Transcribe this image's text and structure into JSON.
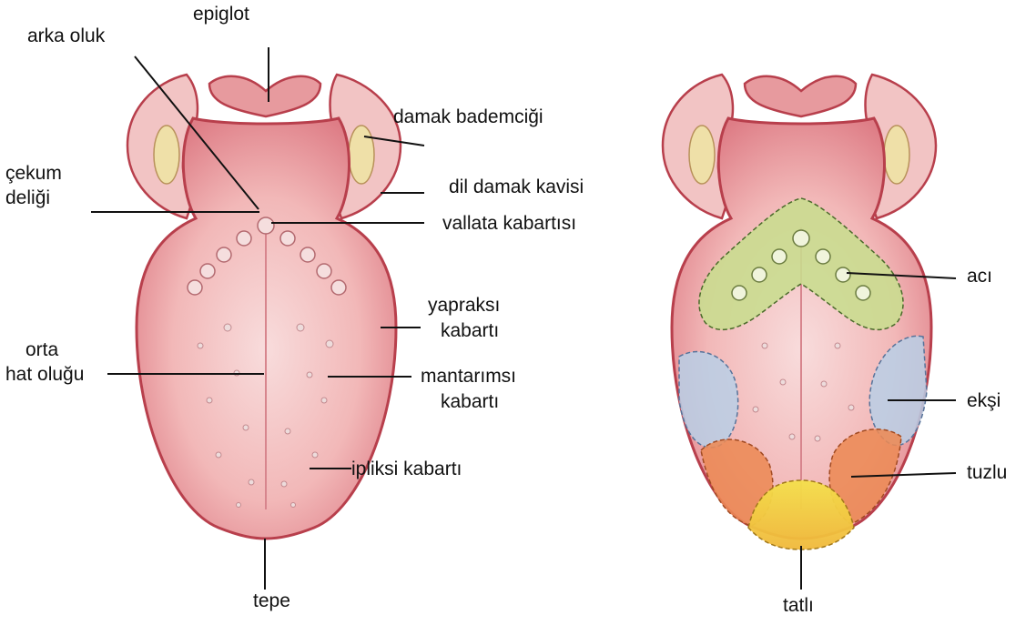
{
  "left_diagram": {
    "labels": {
      "epiglot": "epiglot",
      "arka_oluk": "arka oluk",
      "damak_bademcigi": "damak bademciği",
      "cekum": "çekum",
      "deligi": "deliği",
      "dil_damak_kavisi": "dil damak kavisi",
      "vallata_kabartisi": "vallata kabartısı",
      "yapraksi": "yapraksı",
      "kabarti_yaprak": "kabartı",
      "orta": "orta",
      "hat_olugu": "hat oluğu",
      "mantarimsi": "mantarımsı",
      "kabarti_mantar": "kabartı",
      "ipliksi_kabarti": "ipliksi kabartı",
      "tepe": "tepe"
    }
  },
  "right_diagram": {
    "taste_zones": {
      "aci": "acı",
      "eksi": "ekşi",
      "tuzlu": "tuzlu",
      "tatli": "tatlı"
    },
    "zone_colors": {
      "aci": "#c8dd8e",
      "eksi": "#b9cfe6",
      "tuzlu": "#ec8a55",
      "tatli": "#f0c23c"
    }
  },
  "colors": {
    "tongue_fill": "#f2b8b8",
    "tongue_edge": "#b83f4c",
    "tonsil": "#efe0a8",
    "papilla": "#e8d6d8"
  }
}
